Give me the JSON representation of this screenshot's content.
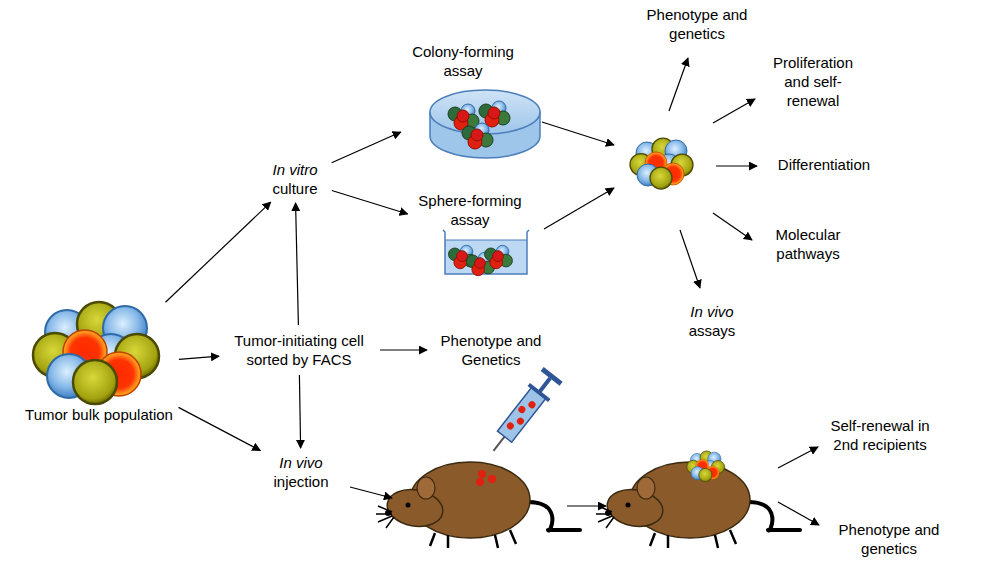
{
  "diagram": {
    "nodes": [
      {
        "text": [
          "Phenotype and genetics"
        ]
      },
      {
        "text": [
          "Colony-forming assay"
        ]
      },
      {
        "text": [
          "Proliferation and self-renewal"
        ]
      },
      {
        "text": [
          "Differentiation"
        ]
      },
      {
        "text": [
          "In vitro culture"
        ]
      },
      {
        "text": [
          "Sphere-forming assay"
        ]
      },
      {
        "text": [
          "Molecular pathways"
        ]
      },
      {
        "text": [
          "In vivo assays"
        ]
      },
      {
        "text": [
          "Tumor-initiating cell sorted by FACS"
        ]
      },
      {
        "text": [
          "Phenotype and Genetics"
        ]
      },
      {
        "text": [
          "Tumor bulk population"
        ]
      },
      {
        "text": [
          "Self-renewal in 2nd recipients"
        ]
      },
      {
        "text": [
          "In vivo injection"
        ]
      },
      {
        "text": [
          "Phenotype and genetics"
        ]
      }
    ],
    "edges": [
      {
        "from": 10,
        "to": 4,
        "arrow": "to"
      },
      {
        "from": 10,
        "to": 8,
        "arrow": "to"
      },
      {
        "from": 10,
        "to": 12,
        "arrow": "to"
      },
      {
        "from": 8,
        "to": 4,
        "arrow": "to"
      },
      {
        "from": 8,
        "to": 9,
        "arrow": "to"
      },
      {
        "from": 8,
        "to": 12,
        "arrow": "to"
      },
      {
        "from": 4,
        "to": 1,
        "arrow": "to"
      },
      {
        "from": 4,
        "to": 5,
        "arrow": "to"
      }
    ]
  }
}
